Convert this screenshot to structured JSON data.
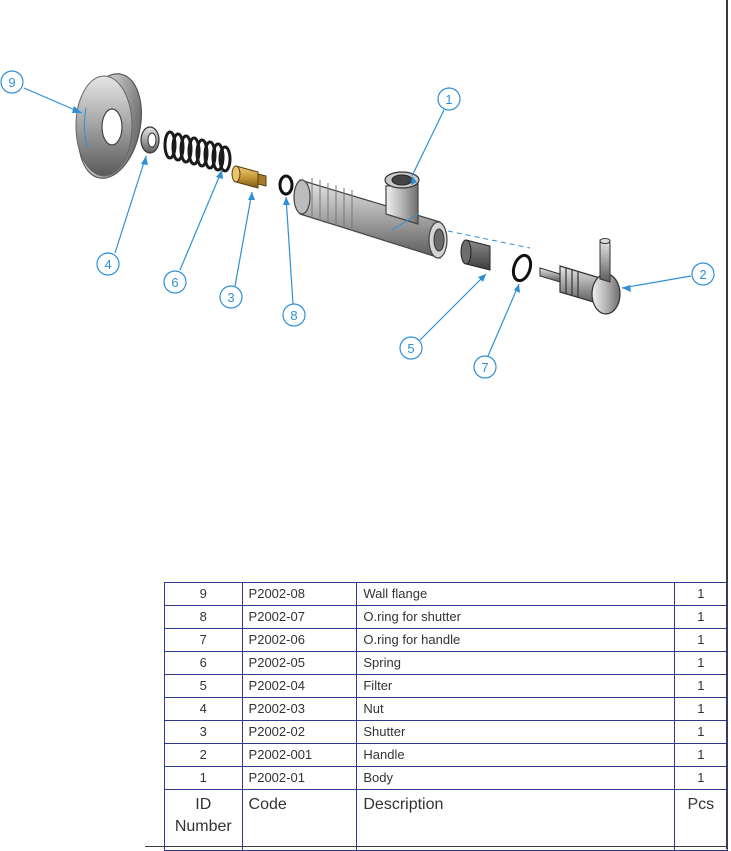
{
  "callouts": [
    {
      "id": "9"
    },
    {
      "id": "4"
    },
    {
      "id": "6"
    },
    {
      "id": "3"
    },
    {
      "id": "8"
    },
    {
      "id": "1"
    },
    {
      "id": "5"
    },
    {
      "id": "7"
    },
    {
      "id": "2"
    }
  ],
  "bom": {
    "rows": [
      {
        "id": "9",
        "code": "P2002-08",
        "description": "Wall flange",
        "pcs": "1"
      },
      {
        "id": "8",
        "code": "P2002-07",
        "description": "O.ring for shutter",
        "pcs": "1"
      },
      {
        "id": "7",
        "code": "P2002-06",
        "description": "O.ring for handle",
        "pcs": "1"
      },
      {
        "id": "6",
        "code": "P2002-05",
        "description": "Spring",
        "pcs": "1"
      },
      {
        "id": "5",
        "code": "P2002-04",
        "description": "Filter",
        "pcs": "1"
      },
      {
        "id": "4",
        "code": "P2002-03",
        "description": "Nut",
        "pcs": "1"
      },
      {
        "id": "3",
        "code": "P2002-02",
        "description": "Shutter",
        "pcs": "1"
      },
      {
        "id": "2",
        "code": "P2002-001",
        "description": "Handle",
        "pcs": "1"
      },
      {
        "id": "1",
        "code": "P2002-01",
        "description": "Body",
        "pcs": "1"
      }
    ],
    "header": {
      "id_line1": "ID",
      "id_line2": "Number",
      "code": "Code",
      "description": "Description",
      "pcs": "Pcs"
    }
  },
  "colors": {
    "callout": "#2f8fd6",
    "table_border": "#2e3a8c",
    "brass": "#c99a3a"
  }
}
